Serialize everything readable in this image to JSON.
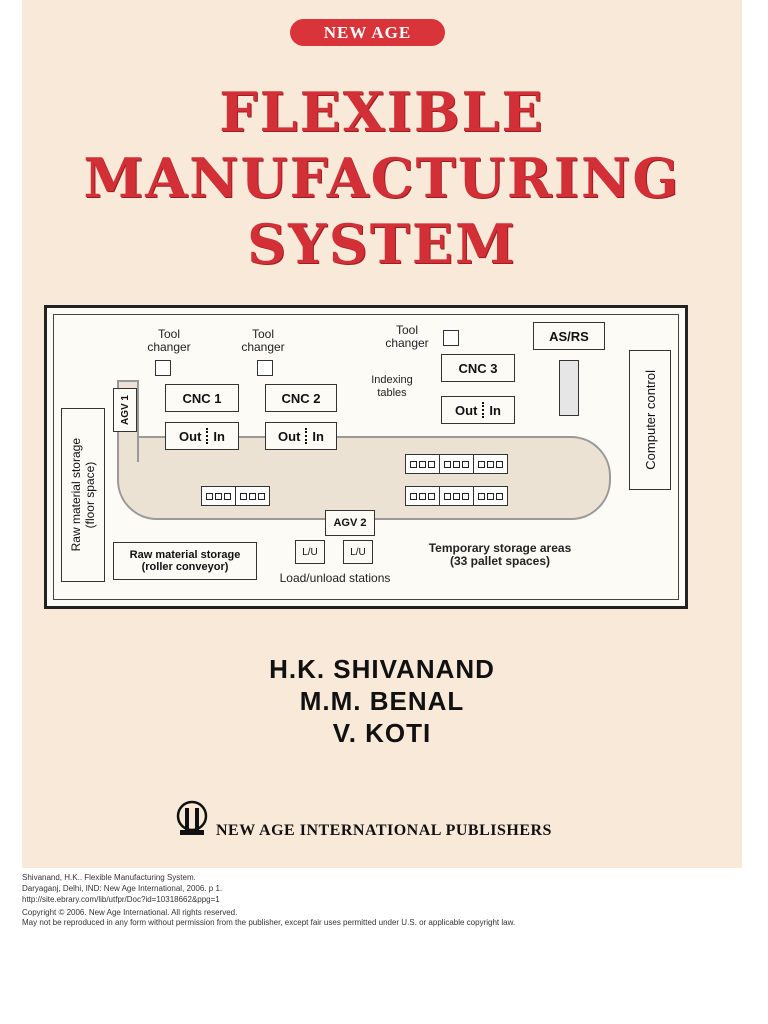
{
  "publisher_badge": "NEW AGE",
  "title": {
    "line1": "FLEXIBLE",
    "line2": "MANUFACTURING",
    "line3": "SYSTEM"
  },
  "diagram": {
    "tool_changer_1": "Tool\nchanger",
    "tool_changer_2": "Tool\nchanger",
    "tool_changer_3": "Tool\nchanger",
    "cnc1": "CNC 1",
    "cnc2": "CNC 2",
    "cnc3": "CNC 3",
    "out": "Out",
    "in": "In",
    "indexing_tables": "Indexing\ntables",
    "asrs": "AS/RS",
    "agv1": "AGV 1",
    "agv2": "AGV 2",
    "computer_control": "Computer control",
    "raw_floor": "Raw material storage\n(floor space)",
    "raw_roller": "Raw material storage\n(roller conveyor)",
    "lu": "L/U",
    "load_unload": "Load/unload stations",
    "temp_storage": "Temporary storage areas\n(33 pallet spaces)"
  },
  "authors": [
    "H.K. SHIVANAND",
    "M.M. BENAL",
    "V. KOTI"
  ],
  "publisher": "NEW AGE INTERNATIONAL PUBLISHERS",
  "footer": {
    "line1": "Shivanand, H.K.. Flexible Manufacturing System.",
    "line2": "Daryaganj, Delhi, IND: New Age International, 2006. p 1.",
    "line3": "http://site.ebrary.com/lib/utfpr/Doc?id=10318662&ppg=1",
    "line4": "Copyright © 2006. New Age International. All rights reserved.",
    "line5": "May not be reproduced in any form without permission from the publisher, except fair uses permitted under U.S. or applicable copyright law."
  },
  "colors": {
    "cover_bg": "#f8e9d9",
    "title_red": "#d32f36"
  }
}
